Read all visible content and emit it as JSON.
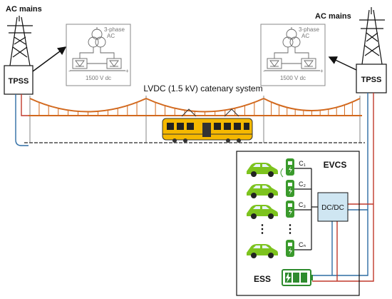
{
  "left_source": {
    "label": "AC mains",
    "substation": "TPSS",
    "inset": {
      "phase_line1": "3-phase",
      "phase_line2": "AC",
      "dc_label": "1500 V dc",
      "minus": "-",
      "plus": "+"
    }
  },
  "right_source": {
    "label": "AC mains",
    "substation": "TPSS",
    "inset": {
      "phase_line1": "3-phase",
      "phase_line2": "AC",
      "dc_label": "1500 V dc",
      "minus": "-",
      "plus": "+"
    }
  },
  "catenary": {
    "label": "LVDC (1.5 kV) catenary system"
  },
  "evcs": {
    "title": "EVCS",
    "converter": "DC/DC",
    "chargers": [
      "C₁",
      "C₂",
      "C₃",
      "Cₙ"
    ],
    "ellipsis": "⋮",
    "storage": "ESS"
  },
  "colors": {
    "catenary": "#d2691e",
    "positive_wire": "#c0392b",
    "negative_wire": "#2e6da4",
    "tram_body": "#f5b800",
    "car_body": "#7dc31e",
    "charger": "#3a9a2c",
    "dcdc_fill": "#cfe6f2",
    "battery": "#2e8b2e"
  }
}
